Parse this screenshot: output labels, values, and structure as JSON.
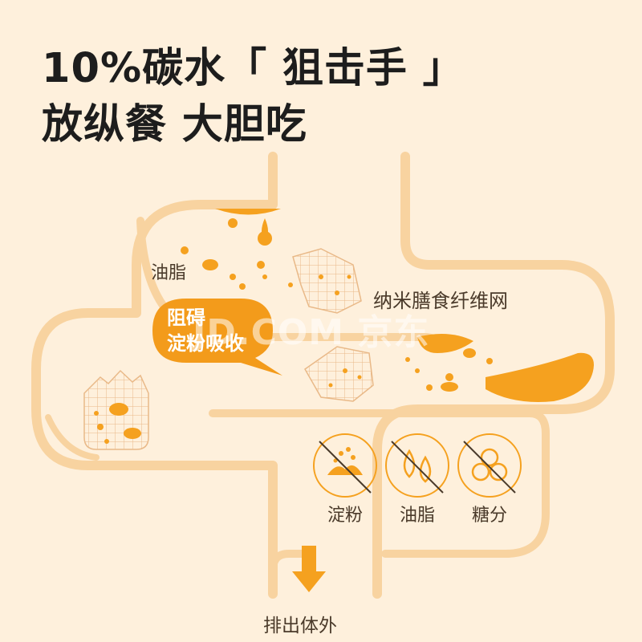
{
  "headline": {
    "line1": "10%碳水「 狙击手 」",
    "line2": "放纵餐 大胆吃"
  },
  "labels": {
    "oil": "油脂",
    "fiber_net": "纳米膳食纤维网",
    "bubble_line1": "阻碍",
    "bubble_line2": "淀粉吸收",
    "excrete": "排出体外"
  },
  "watermark": "JD.COM 京东",
  "icons": [
    {
      "name": "starch-blocked-icon",
      "label": "淀粉"
    },
    {
      "name": "oil-blocked-icon",
      "label": "油脂"
    },
    {
      "name": "sugar-blocked-icon",
      "label": "糖分"
    }
  ],
  "colors": {
    "background": "#FEF0DC",
    "intestine_outline": "#F8D3A0",
    "accent_orange": "#F5A11F",
    "bubble_orange": "#F39B1B",
    "headline": "#1d1d1d"
  }
}
